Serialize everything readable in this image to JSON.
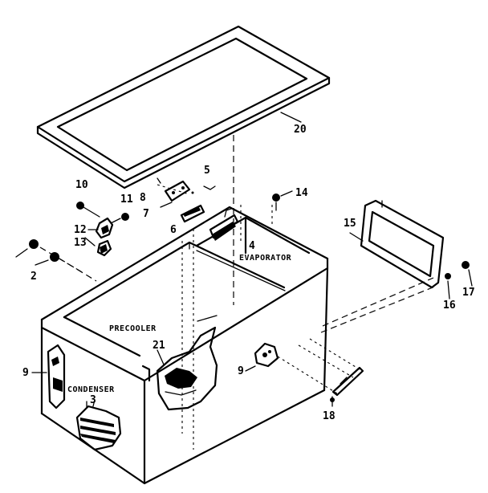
{
  "callouts": {
    "c20": "20",
    "c5": "5",
    "c8": "8",
    "c7": "7",
    "c6": "6",
    "c10": "10",
    "c11": "11",
    "c12": "12",
    "c13": "13",
    "c2": "2",
    "c14": "14",
    "c4": "4",
    "c15": "15",
    "c17": "17",
    "c16": "16",
    "c9a": "9",
    "c9b": "9",
    "c3": "3",
    "c21": "21",
    "c18": "18"
  },
  "words": {
    "evaporator": "EVAPORATOR",
    "precooler": "PRECOOLER",
    "condenser": "CONDENSER"
  }
}
